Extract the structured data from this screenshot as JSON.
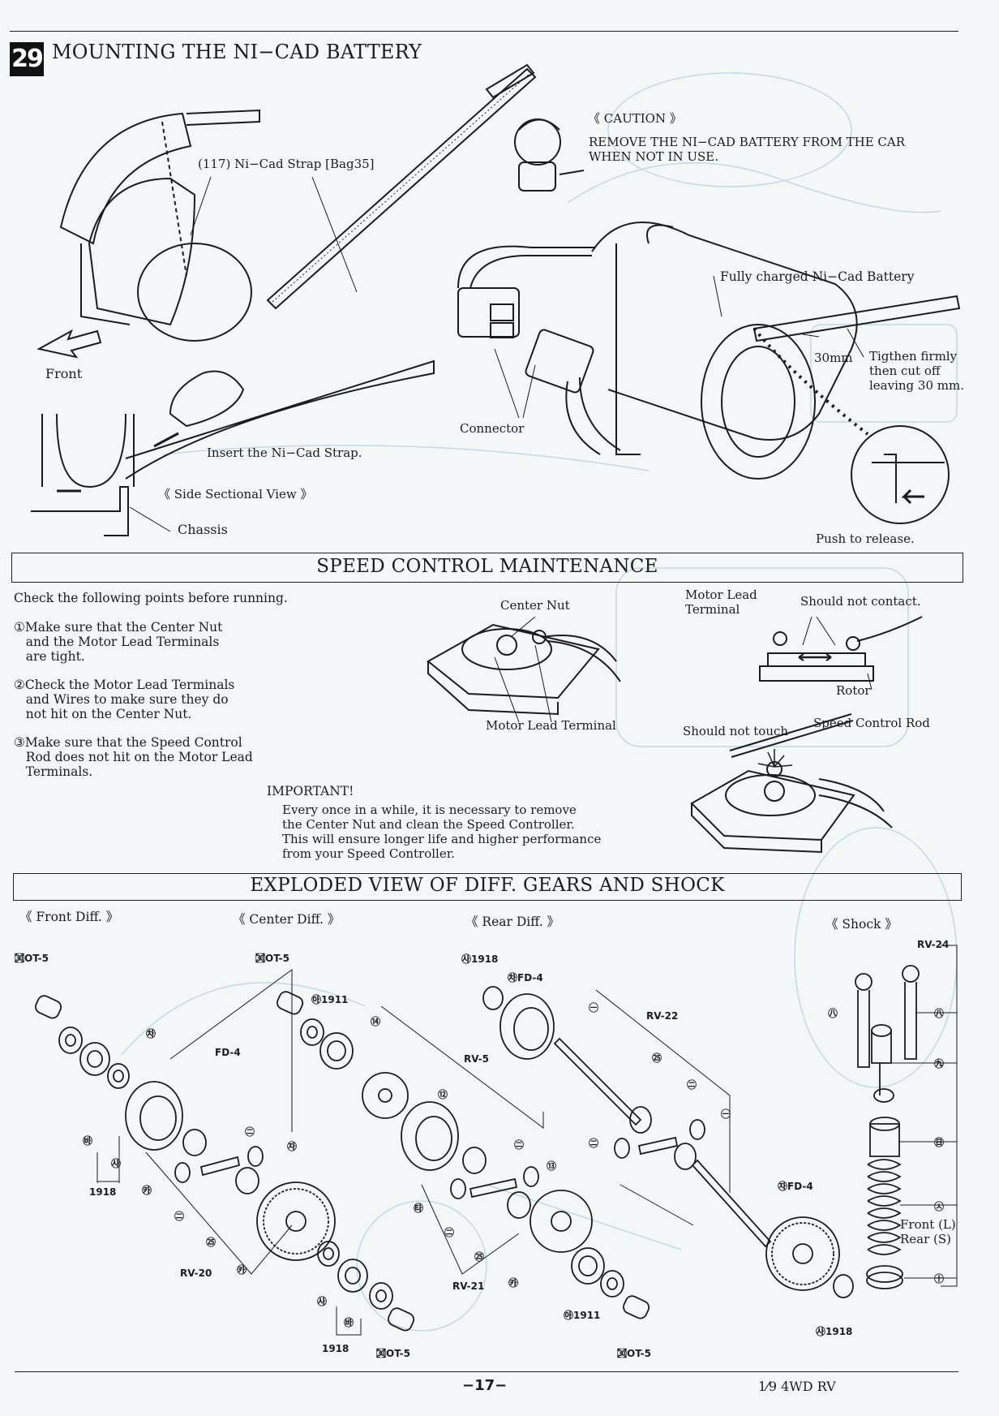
{
  "step": {
    "number": "29",
    "title": "MOUNTING THE NI−CAD BATTERY"
  },
  "battery": {
    "strap_label": "(117)  Ni−Cad Strap  [Bag35]",
    "front_label": "Front",
    "insert_label": "Insert the Ni−Cad Strap.",
    "side_view_label": "《 Side Sectional View 》",
    "chassis_label": "Chassis",
    "caution_title": "《 CAUTION 》",
    "caution_lines": [
      "REMOVE THE NI−CAD BATTERY FROM THE CAR",
      "WHEN NOT IN USE."
    ],
    "battery_label": "Fully charged Ni−Cad Battery",
    "length_label": "30mm",
    "tighten_lines": [
      "Tigthen firmly",
      "then cut off",
      "leaving 30 mm."
    ],
    "connector_label": "Connector",
    "release_label": "Push to release."
  },
  "speed_control": {
    "title": "SPEED CONTROL MAINTENANCE",
    "intro": "Check the following points before running.",
    "points": [
      "①Make sure that the Center Nut\n   and the Motor Lead Terminals\n   are tight.",
      "②Check the Motor Lead Terminals\n   and Wires to make sure they do\n   not hit on the Center Nut.",
      "③Make sure that the Speed Control\n   Rod does not hit on the Motor Lead\n   Terminals."
    ],
    "important_title": "IMPORTANT!",
    "important_lines": [
      "Every once in a while, it is necessary to remove",
      "the Center Nut and clean the Speed Controller.",
      "This will ensure longer life and higher performance",
      "from your Speed Controller."
    ],
    "center_nut_label": "Center Nut",
    "motor_lead_terminal_label": "Motor Lead Terminal",
    "motor_lead_terminal_top_lines": [
      "Motor Lead",
      "Terminal"
    ],
    "should_not_contact_label": "Should not contact.",
    "rotor_label": "Rotor",
    "should_not_touch_label": "Should not touch",
    "speed_control_rod_label": "Speed Control Rod"
  },
  "exploded": {
    "title": "EXPLODED VIEW OF DIFF. GEARS AND SHOCK",
    "groups": [
      "《 Front Diff. 》",
      "《 Center Diff. 》",
      "《 Rear Diff. 》",
      "《 Shock 》"
    ],
    "front_parts": [
      "㉊OT-5",
      "㉷",
      "FD-4",
      "㉳",
      "㉴",
      "1918",
      "㉶",
      "㊁",
      "㉸",
      "㊁",
      "㉕",
      "RV-20",
      "㉸"
    ],
    "center_parts": [
      "㉊OT-5",
      "㉵1911",
      "⑭",
      "RV-5",
      "⑫",
      "㊁",
      "⑬",
      "㉹",
      "㊁",
      "㉕",
      "RV-21",
      "㉸",
      "㉴",
      "㉳",
      "1918",
      "㉊OT-5",
      "㉵1911"
    ],
    "rear_parts": [
      "㉴1918",
      "㉷FD-4",
      "㊀",
      "RV-22",
      "㉕",
      "㊁",
      "㊀",
      "㊁",
      "㉶FD-4",
      "㉴1918",
      "㉊OT-5"
    ],
    "shock_parts": [
      "RV-24",
      "㊇",
      "㊇",
      "㊈",
      "㊐",
      "㉦",
      "㊉"
    ],
    "shock_spring_lines": [
      "Front  (L)",
      "Rear   (S)"
    ]
  },
  "footer": {
    "page_number": "−17−",
    "model": "1⁄9  4WD RV"
  }
}
